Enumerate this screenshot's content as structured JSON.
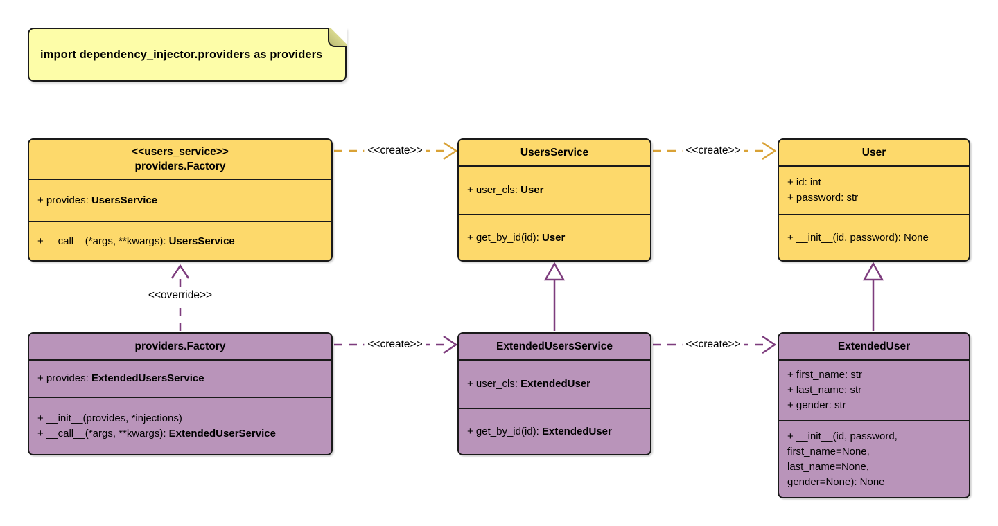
{
  "diagram": {
    "note": {
      "text": "import dependency_injector.providers as providers"
    },
    "colors": {
      "class_yellow": "#FDD96B",
      "class_purple": "#B994BA",
      "note_yellow": "#FDFDA8",
      "border": "#1A1A1A",
      "edge_gold": "#D9A236",
      "edge_purple": "#7D3C7D",
      "text": "#000000"
    },
    "classes": [
      {
        "id": "factory-users-service",
        "variant": "yellow",
        "stereotype": "<<users_service>>",
        "title": "providers.Factory",
        "attributes": [
          [
            {
              "t": "+ provides: "
            },
            {
              "t": "UsersService",
              "b": true
            }
          ]
        ],
        "methods": [
          [
            {
              "t": "+ __call__(*args, **kwargs): "
            },
            {
              "t": "UsersService",
              "b": true
            }
          ]
        ]
      },
      {
        "id": "users-service",
        "variant": "yellow",
        "title": "UsersService",
        "attributes": [
          [
            {
              "t": "+ user_cls: "
            },
            {
              "t": "User",
              "b": true
            }
          ]
        ],
        "methods": [
          [
            {
              "t": "+ get_by_id(id): "
            },
            {
              "t": "User",
              "b": true
            }
          ]
        ]
      },
      {
        "id": "user",
        "variant": "yellow",
        "title": "User",
        "attributes": [
          [
            {
              "t": "+ id: int"
            }
          ],
          [
            {
              "t": "+ password: str"
            }
          ]
        ],
        "methods": [
          [
            {
              "t": "+ __init__(id, password): None"
            }
          ]
        ]
      },
      {
        "id": "factory-extended",
        "variant": "purple",
        "title": "providers.Factory",
        "attributes": [
          [
            {
              "t": "+ provides: "
            },
            {
              "t": "ExtendedUsersService",
              "b": true
            }
          ]
        ],
        "methods": [
          [
            {
              "t": "+ __init__(provides, *injections)"
            }
          ],
          [
            {
              "t": "+ __call__(*args, **kwargs): "
            },
            {
              "t": "ExtendedUserService",
              "b": true
            }
          ]
        ]
      },
      {
        "id": "extended-users-service",
        "variant": "purple",
        "title": "ExtendedUsersService",
        "attributes": [
          [
            {
              "t": "+ user_cls: "
            },
            {
              "t": "ExtendedUser",
              "b": true
            }
          ]
        ],
        "methods": [
          [
            {
              "t": "+ get_by_id(id): "
            },
            {
              "t": "ExtendedUser",
              "b": true
            }
          ]
        ]
      },
      {
        "id": "extended-user",
        "variant": "purple",
        "title": "ExtendedUser",
        "attributes": [
          [
            {
              "t": "+ first_name: str"
            }
          ],
          [
            {
              "t": "+ last_name: str"
            }
          ],
          [
            {
              "t": "+ gender: str"
            }
          ]
        ],
        "methods": [
          [
            {
              "t": "+ __init__(id, password,"
            }
          ],
          [
            {
              "t": "first_name=None,"
            }
          ],
          [
            {
              "t": "last_name=None,"
            }
          ],
          [
            {
              "t": "gender=None): None"
            }
          ]
        ]
      }
    ],
    "edges": [
      {
        "id": "create-users-service",
        "kind": "create",
        "color": "gold",
        "label": "<<create>>"
      },
      {
        "id": "create-user",
        "kind": "create",
        "color": "gold",
        "label": "<<create>>"
      },
      {
        "id": "create-extended-users-service",
        "kind": "create",
        "color": "purple",
        "label": "<<create>>"
      },
      {
        "id": "create-extended-user",
        "kind": "create",
        "color": "purple",
        "label": "<<create>>"
      },
      {
        "id": "override-factory",
        "kind": "override",
        "color": "purple",
        "label": "<<override>>"
      },
      {
        "id": "inherit-users-service",
        "kind": "inheritance",
        "color": "purple",
        "label": ""
      },
      {
        "id": "inherit-user",
        "kind": "inheritance",
        "color": "purple",
        "label": ""
      }
    ]
  }
}
